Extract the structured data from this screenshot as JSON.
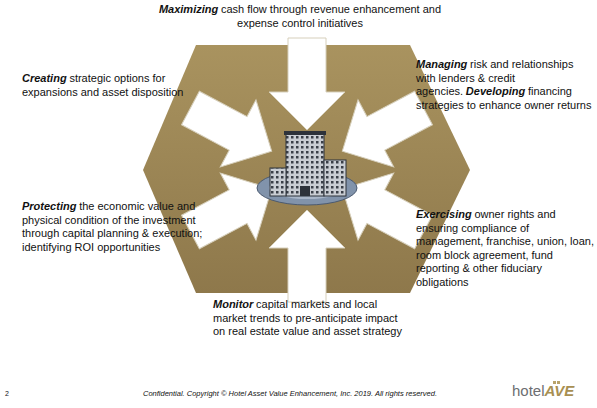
{
  "diagram": {
    "labels": [
      "Maximizing",
      "cash flow through revenue enhancement and expense control initiatives",
      "Creating",
      "strategic options for expansions and  asset disposition",
      "Managing",
      "risk and relationships with lenders & credit agencies.",
      "Developing",
      "financing strategies to enhance owner returns",
      "Protecting",
      "the economic value and physical condition of the investment through capital planning & execution; identifying ROI opportunities",
      "Exercising",
      "owner rights and ensuring compliance of management, franchise, union, loan, room block agreement, fund reporting & other fiduciary obligations",
      "Monitor",
      "capital markets and local market trends to pre-anticipate impact on real estate value and asset strategy",
      "2",
      "Confidential.  Copyright © Hotel Asset Value Enhancement, Inc. 2019.  All rights reserved.",
      "hotel",
      "AVE"
    ]
  }
}
